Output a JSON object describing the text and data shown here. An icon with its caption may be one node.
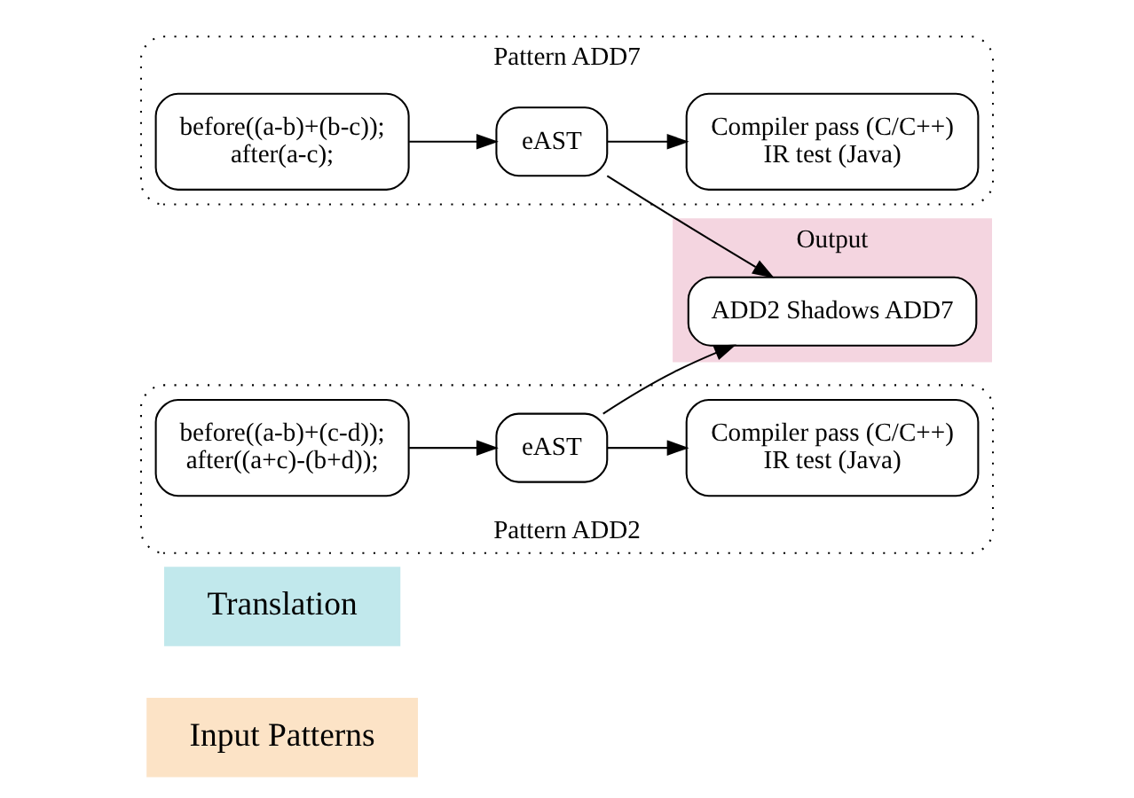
{
  "diagram": {
    "nodes": [
      {
        "text": [
          "Input Patterns"
        ]
      },
      {
        "text": [
          "Translation"
        ]
      },
      {
        "text": [
          "Output"
        ]
      },
      {
        "text": [
          "Pattern ADD7"
        ]
      },
      {
        "text": [
          "before((a-b)+(b-c));",
          "after(a-c);"
        ],
        "in": 3
      },
      {
        "text": [
          "eAST"
        ],
        "in": 3
      },
      {
        "text": [
          "Compiler pass (C/C++)",
          "IR test (Java)"
        ],
        "in": 3
      },
      {
        "text": [
          "ADD2 Shadows ADD7"
        ],
        "in": 2
      },
      {
        "text": [
          "Pattern ADD2"
        ]
      },
      {
        "text": [
          "before((a-b)+(c-d));",
          "after((a+c)-(b+d));"
        ],
        "in": 8
      },
      {
        "text": [
          "eAST"
        ],
        "in": 8
      },
      {
        "text": [
          "Compiler pass (C/C++)",
          "IR test (Java)"
        ],
        "in": 8
      }
    ],
    "edges": [
      {
        "from": 4,
        "to": 5,
        "arrow": "to"
      },
      {
        "from": 5,
        "to": 6,
        "arrow": "to"
      },
      {
        "from": 5,
        "to": 7,
        "arrow": "to"
      },
      {
        "from": 9,
        "to": 10,
        "arrow": "to"
      },
      {
        "from": 10,
        "to": 11,
        "arrow": "to"
      },
      {
        "from": 10,
        "to": 7,
        "arrow": "to"
      }
    ]
  }
}
